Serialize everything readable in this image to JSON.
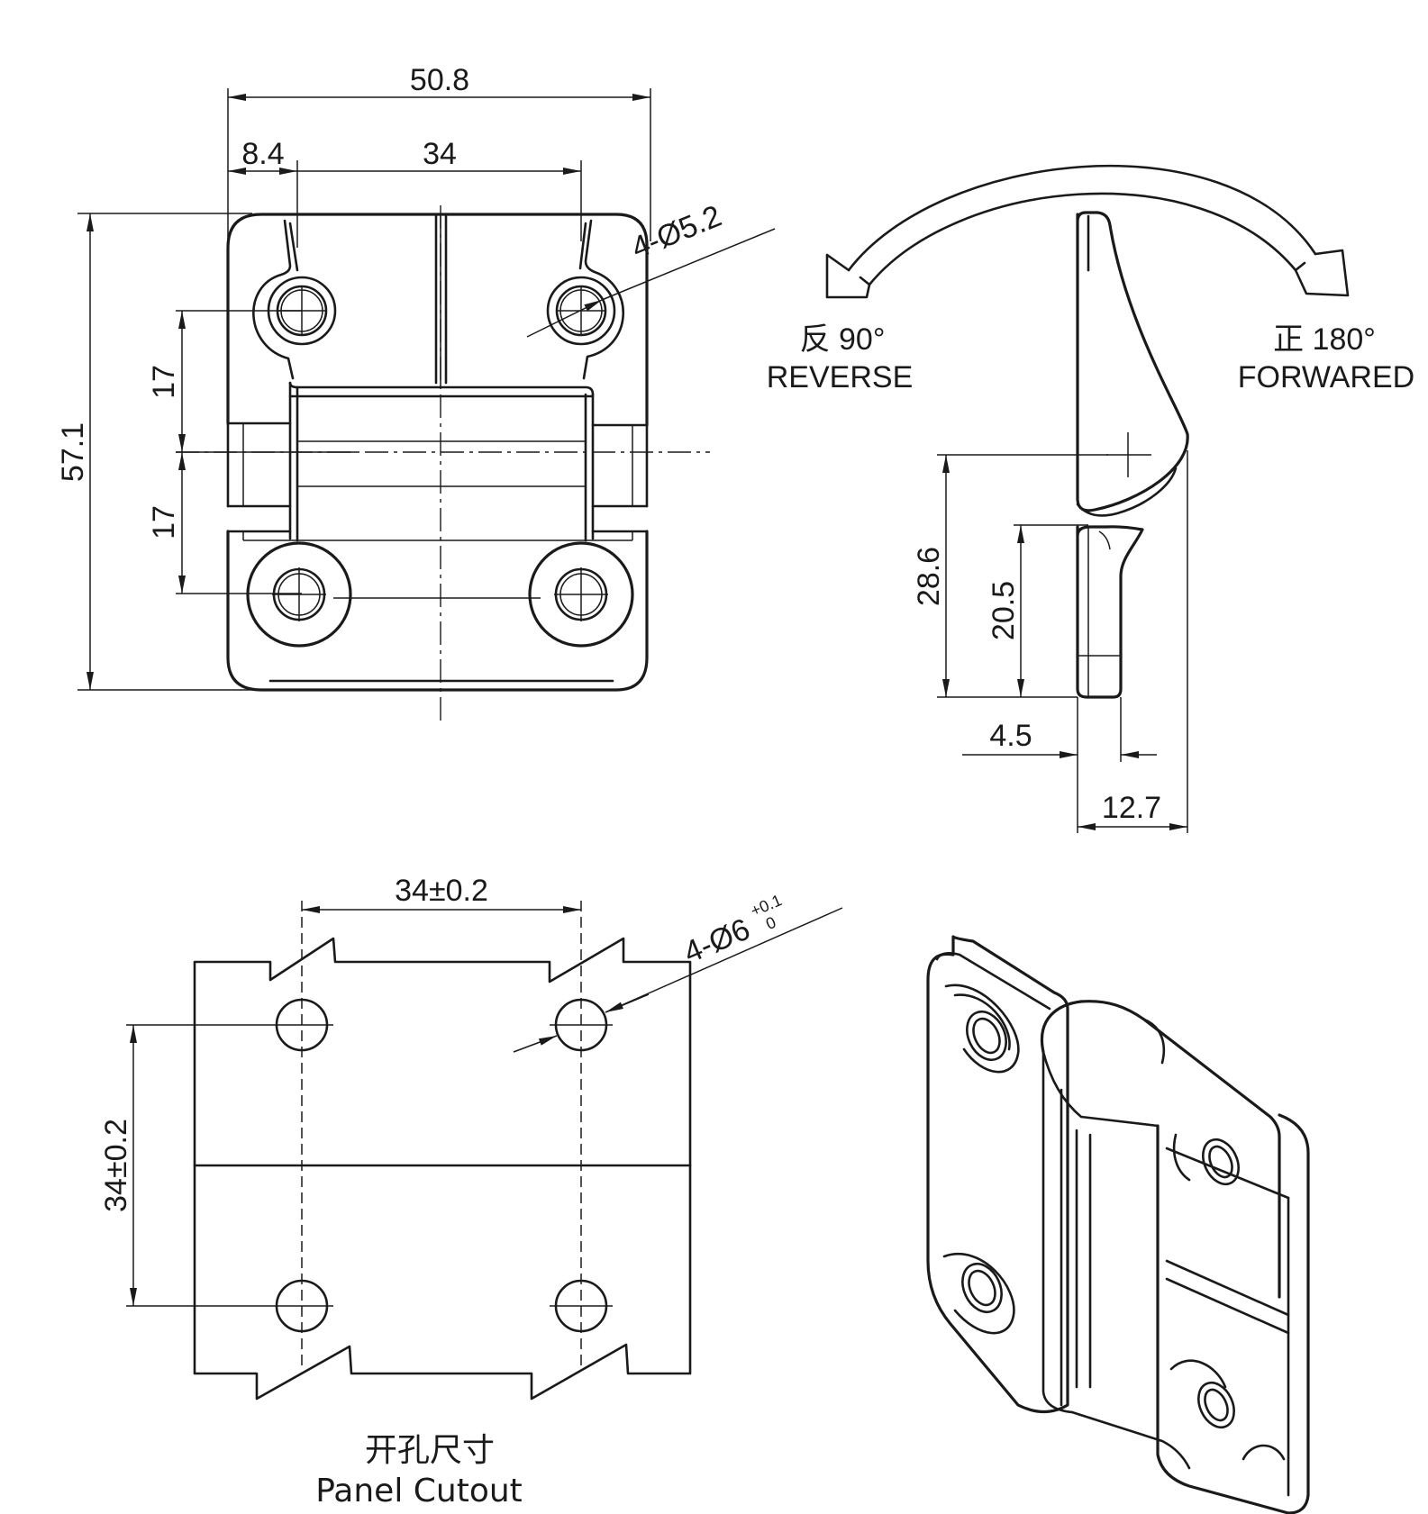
{
  "front_view": {
    "overall_width": "50.8",
    "edge_to_hole": "8.4",
    "hole_spacing": "34",
    "hole_callout": "4-Ø5.2",
    "overall_height": "57.1",
    "hole_to_axis_upper": "17",
    "hole_to_axis_lower": "17"
  },
  "side_view": {
    "reverse_angle_cn": "反 90°",
    "reverse_label": "REVERSE",
    "forward_angle_cn": "正 180°",
    "forward_label": "FORWARED",
    "axis_height": "28.6",
    "leaf_height": "20.5",
    "plate_thickness": "4.5",
    "overall_depth": "12.7"
  },
  "panel_cutout": {
    "horizontal_spacing": "34±0.2",
    "vertical_spacing": "34±0.2",
    "hole_callout_main": "4-Ø6",
    "tol_upper": "+0.1",
    "tol_lower": "0",
    "title_cn": "开孔尺寸",
    "title_en": "Panel Cutout"
  }
}
